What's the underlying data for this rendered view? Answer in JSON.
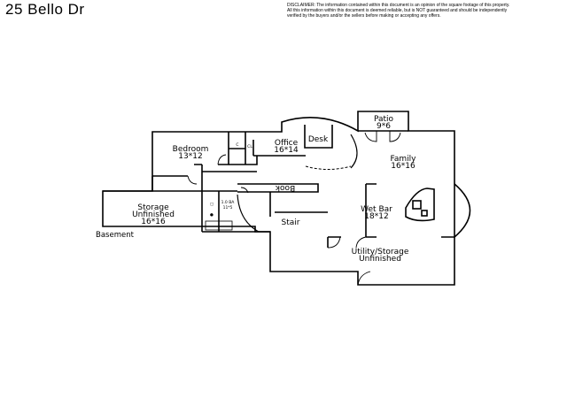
{
  "header": {
    "title": "25 Bello Dr",
    "disclaimer": [
      "DISCLAIMER: The information contained within this document is an opinion of the square footage of this property.",
      "All this information within this document is deemed reliable, but is NOT guaranteed and should be independently",
      "verified by the buyers and/or the sellers before making or accepting any offers."
    ]
  },
  "plan": {
    "level_label": "Basement",
    "rooms": {
      "patio": {
        "name": "Patio",
        "dims": "9*6"
      },
      "office": {
        "name": "Office",
        "dims": "16*14"
      },
      "desk": {
        "name": "Desk"
      },
      "bedroom": {
        "name": "Bedroom",
        "dims": "13*12"
      },
      "family": {
        "name": "Family",
        "dims": "16*16"
      },
      "book": {
        "name": "Book"
      },
      "storage": {
        "name": "Storage",
        "sub": "Unfinished",
        "dims": "16*16"
      },
      "bath": {
        "name": "1.0 BA",
        "dims": "11*5"
      },
      "wetbar": {
        "name": "Wet Bar",
        "dims": "18*12"
      },
      "stair": {
        "name": "Stair"
      },
      "utility": {
        "name": "Utility/Storage",
        "sub": "Unfinished"
      }
    }
  }
}
